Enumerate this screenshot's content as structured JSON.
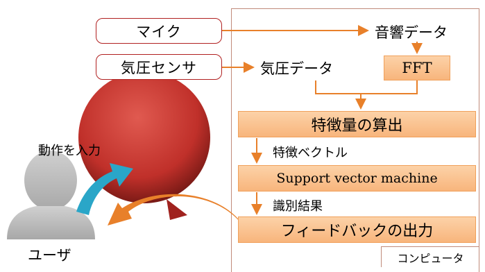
{
  "inputs": {
    "mic": "マイク",
    "pressure_sensor": "気圧センサ"
  },
  "data_labels": {
    "audio_data": "音響データ",
    "pressure_data": "気圧データ",
    "fft": "FFT"
  },
  "process": {
    "feature_calc": "特徴量の算出",
    "feature_vector": "特徴ベクトル",
    "svm": "Support vector machine",
    "result": "識別結果",
    "feedback_output": "フィードバックの出力"
  },
  "computer_label": "コンピュータ",
  "user": {
    "label": "ユーザ",
    "action": "動作を入力"
  },
  "colors": {
    "arrow": "#e8802a",
    "ball": "#c0302a",
    "user": "#bdbdbd",
    "input_arrow": "#2aa6c8"
  }
}
